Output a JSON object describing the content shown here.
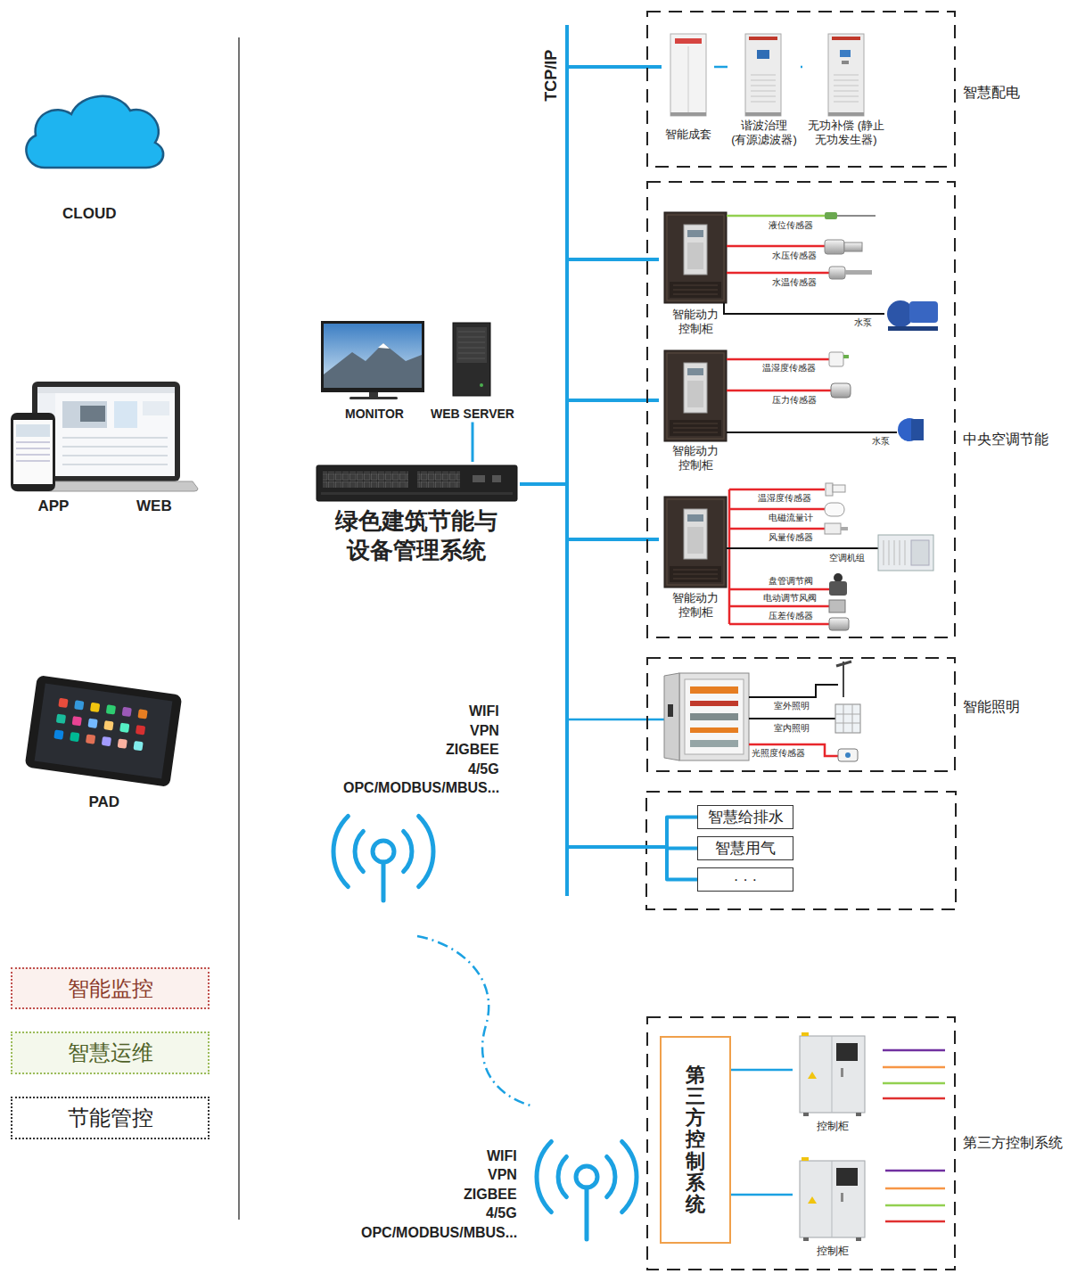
{
  "diagram": {
    "nodes": [
      {
        "text": [
          "智能监控"
        ]
      },
      {
        "text": [
          "智慧运维"
        ]
      },
      {
        "text": [
          "节能管控"
        ]
      },
      {
        "text": [
          "MONITOR"
        ]
      },
      {
        "text": [
          "WEB SERVER"
        ]
      },
      {
        "text": [
          "绿色建筑节能与 设备管理系统"
        ]
      },
      {
        "text": [
          "智慧配电"
        ]
      },
      {
        "text": [
          "智能成套"
        ],
        "in": 6
      },
      {
        "text": [
          "谐波治理 (有源滤波器)"
        ],
        "in": 6
      },
      {
        "text": [
          "无功补偿 (静止 无功发生器)"
        ],
        "in": 6
      },
      {
        "text": [
          "中央空调节能"
        ]
      },
      {
        "text": [
          "智能动力 控制柜"
        ],
        "in": 10
      },
      {
        "text": [
          "智能动力 控制柜"
        ],
        "in": 10
      },
      {
        "text": [
          "智能动力 控制柜"
        ],
        "in": 10
      },
      {
        "text": [
          "智能照明"
        ]
      },
      {
        "text": [
          "智慧给排水"
        ]
      },
      {
        "text": [
          "智慧用气"
        ]
      },
      {
        "text": [
          "· · ·"
        ]
      },
      {
        "text": [
          "第三方控制系统"
        ]
      },
      {
        "text": [
          "第三方控制系统"
        ],
        "in": 18
      },
      {
        "text": [
          "控制柜"
        ],
        "in": 18
      },
      {
        "text": [
          "控制柜"
        ],
        "in": 18
      }
    ],
    "edges": [
      {
        "from": 4,
        "to": 5,
        "arrow": "none"
      },
      {
        "from": 5,
        "to": 7,
        "arrow": "none"
      },
      {
        "from": 7,
        "to": 8,
        "arrow": "none"
      },
      {
        "from": 8,
        "to": 9,
        "arrow": "none"
      },
      {
        "from": 5,
        "to": 11,
        "arrow": "none"
      },
      {
        "from": 5,
        "to": 12,
        "arrow": "none"
      },
      {
        "from": 5,
        "to": 13,
        "arrow": "none"
      },
      {
        "from": 5,
        "to": 15,
        "arrow": "none"
      },
      {
        "from": 5,
        "to": 16,
        "arrow": "none"
      },
      {
        "from": 5,
        "to": 17,
        "arrow": "none"
      },
      {
        "from": 19,
        "to": 20,
        "arrow": "none"
      },
      {
        "from": 19,
        "to": 21,
        "arrow": "none"
      }
    ],
    "labels": [
      "CLOUD",
      "APP",
      "WEB",
      "PAD",
      "TCP/IP",
      "液位传感器",
      "水压传感器",
      "水温传感器",
      "水泵",
      "温湿度传感器",
      "压力传感器",
      "水泵",
      "温湿度传感器",
      "电磁流量计",
      "风量传感器",
      "空调机组",
      "盘管调节阀",
      "电动调节风阀",
      "压差传感器",
      "室外照明",
      "室内照明",
      "光照度传感器",
      "WIFI",
      "VPN",
      "ZIGBEE",
      "4/5G",
      "OPC/MODBUS/MBUS...",
      "WIFI",
      "VPN",
      "ZIGBEE",
      "4/5G",
      "OPC/MODBUS/MBUS..."
    ]
  }
}
